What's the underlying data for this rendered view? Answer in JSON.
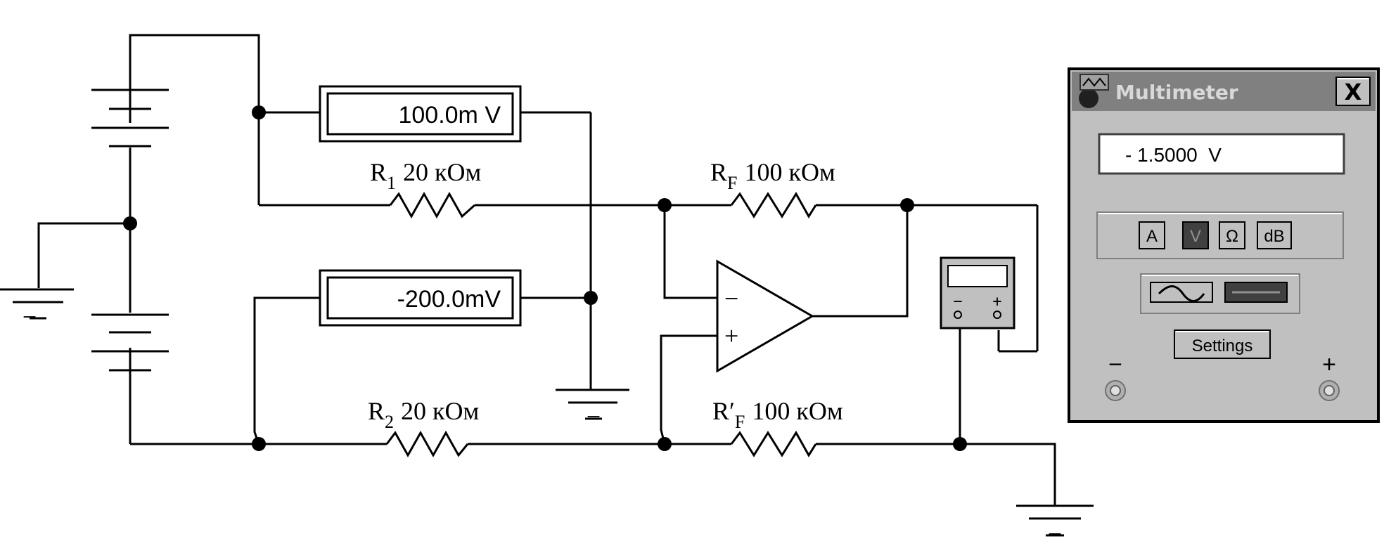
{
  "circuit": {
    "voltmeters": [
      {
        "reading": "100.0m V"
      },
      {
        "reading": "-200.0mV"
      }
    ],
    "resistors": [
      {
        "name": "R",
        "subscript": "1",
        "value": "20 кОм"
      },
      {
        "name": "R",
        "subscript": "F",
        "value": "100 кОм"
      },
      {
        "name": "R",
        "subscript": "2",
        "value": "20 кОм"
      },
      {
        "name": "R′",
        "subscript": "F",
        "value": "100 кОм"
      }
    ],
    "opamp": {
      "inverting": "−",
      "noninverting": "+"
    },
    "ground_symbol": "−",
    "meter_terminals": {
      "minus": "−",
      "plus": "+"
    }
  },
  "multimeter": {
    "title": "Multimeter",
    "close_label": "X",
    "display": "- 1.5000  V",
    "mode_buttons": [
      "A",
      "V",
      "Ω",
      "dB"
    ],
    "active_mode": "V",
    "signal_buttons": [
      "ac-wave-icon",
      "dc-line-icon"
    ],
    "active_signal": "dc-line-icon",
    "settings_label": "Settings",
    "terminal_minus": "−",
    "terminal_plus": "+",
    "colors": {
      "panel": "#c0c0c0",
      "titlebar": "#808080",
      "active_button": "#404040"
    }
  }
}
